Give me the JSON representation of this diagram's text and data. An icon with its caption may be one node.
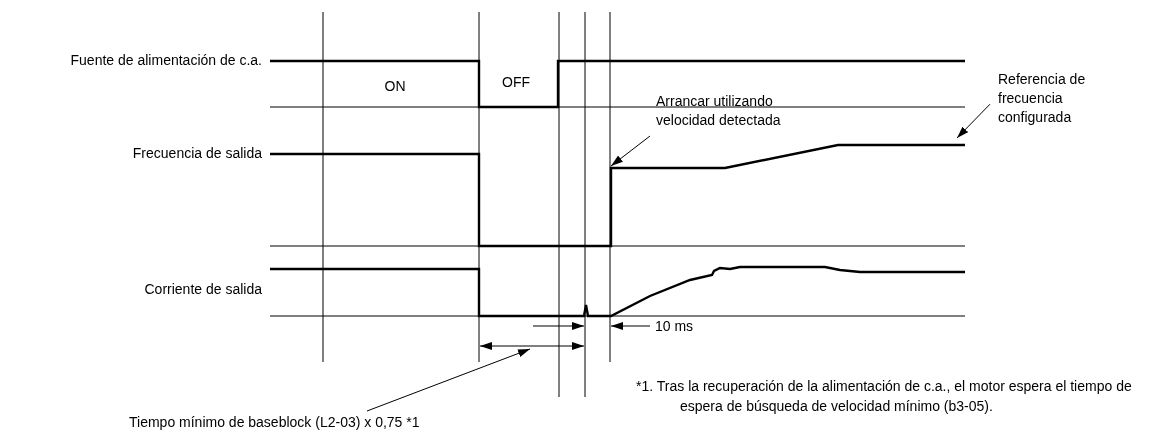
{
  "diagram": {
    "nodes": [
      {
        "text": [
          "Arrancar utilizando velocidad detectada"
        ]
      },
      {
        "text": [
          "Referencia de frecuencia configurada"
        ]
      },
      {
        "text": [
          "Tiempo mínimo de baseblock (L2-03) x 0,75 *1"
        ]
      },
      {
        "text": [],
        "shape": "line"
      },
      {
        "text": [],
        "shape": "line"
      }
    ],
    "edges": [
      {
        "from": 0,
        "to": 3,
        "arrow": "to"
      },
      {
        "from": 1,
        "to": 3,
        "arrow": "to"
      },
      {
        "from": 2,
        "to": 4,
        "arrow": "to"
      }
    ],
    "labels": [
      "Fuente de alimentación de c.a.",
      "ON",
      "OFF",
      "Frecuencia de salida",
      "Corriente de salida",
      "10 ms",
      "*1. Tras la recuperación de la alimentación de c.a., el motor espera el tiempo de espera de búsqueda de velocidad mínimo (b3-05)."
    ]
  }
}
